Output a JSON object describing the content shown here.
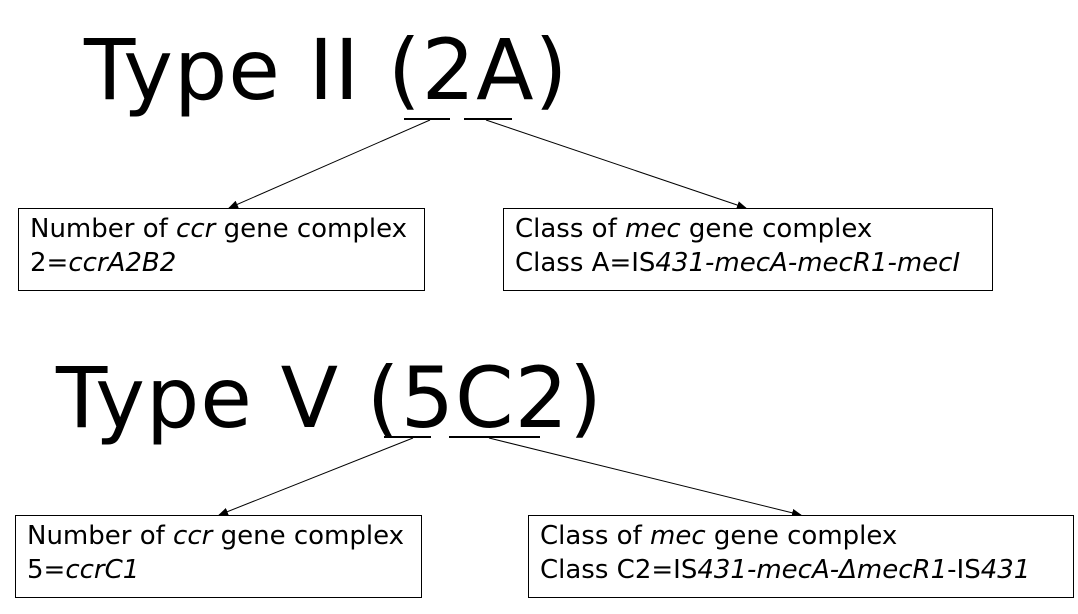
{
  "diagrams": [
    {
      "title": {
        "prefix": "Type II (",
        "ccr_code": "2",
        "mec_code": "A",
        "suffix": ")"
      },
      "ccr_box": {
        "line1": {
          "a": "Number of ",
          "b": "ccr",
          "c": " gene complex"
        },
        "line2": {
          "a": "2=",
          "b": "ccrA2B2"
        }
      },
      "mec_box": {
        "line1": {
          "a": "Class of ",
          "b": "mec",
          "c": " gene complex"
        },
        "line2": {
          "a": "Class A=IS",
          "b": "431-mecA-mecR1-mecI"
        }
      }
    },
    {
      "title": {
        "prefix": "Type V (",
        "ccr_code": "5",
        "mec_code": "C2",
        "suffix": ")"
      },
      "ccr_box": {
        "line1": {
          "a": "Number of ",
          "b": "ccr",
          "c": " gene complex"
        },
        "line2": {
          "a": "5=",
          "b": "ccrC1"
        }
      },
      "mec_box": {
        "line1": {
          "a": "Class of ",
          "b": "mec",
          "c": " gene complex"
        },
        "line2": {
          "a": "Class C2=IS",
          "b": "431-mecA-",
          "c": "Δ",
          "d": "mecR1",
          "e": "-IS",
          "f": "431"
        }
      }
    }
  ]
}
